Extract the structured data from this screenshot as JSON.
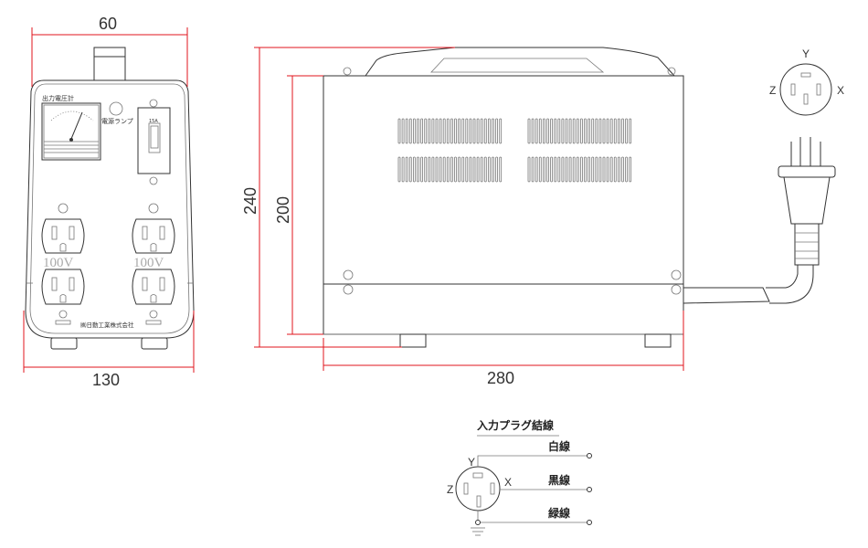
{
  "dimensions": {
    "front_depth": "60",
    "front_width": "130",
    "height_total": "240",
    "height_body": "200",
    "side_length": "280"
  },
  "front_panel": {
    "meter_label": "出力電圧計",
    "lamp_label": "電源ランプ",
    "switch_label": "15A",
    "outlet_voltage_left": "100V",
    "outlet_voltage_right": "100V",
    "maker": "㈱日動工業株式会社"
  },
  "plug_face": {
    "y": "Y",
    "z": "Z",
    "x": "X"
  },
  "wiring": {
    "title": "入力プラグ結線",
    "pin_y": "Y",
    "pin_z": "Z",
    "pin_x": "X",
    "wires": [
      "白線",
      "黒線",
      "緑線"
    ]
  },
  "colors": {
    "dimension": "#e0141e",
    "line": "#333333"
  }
}
